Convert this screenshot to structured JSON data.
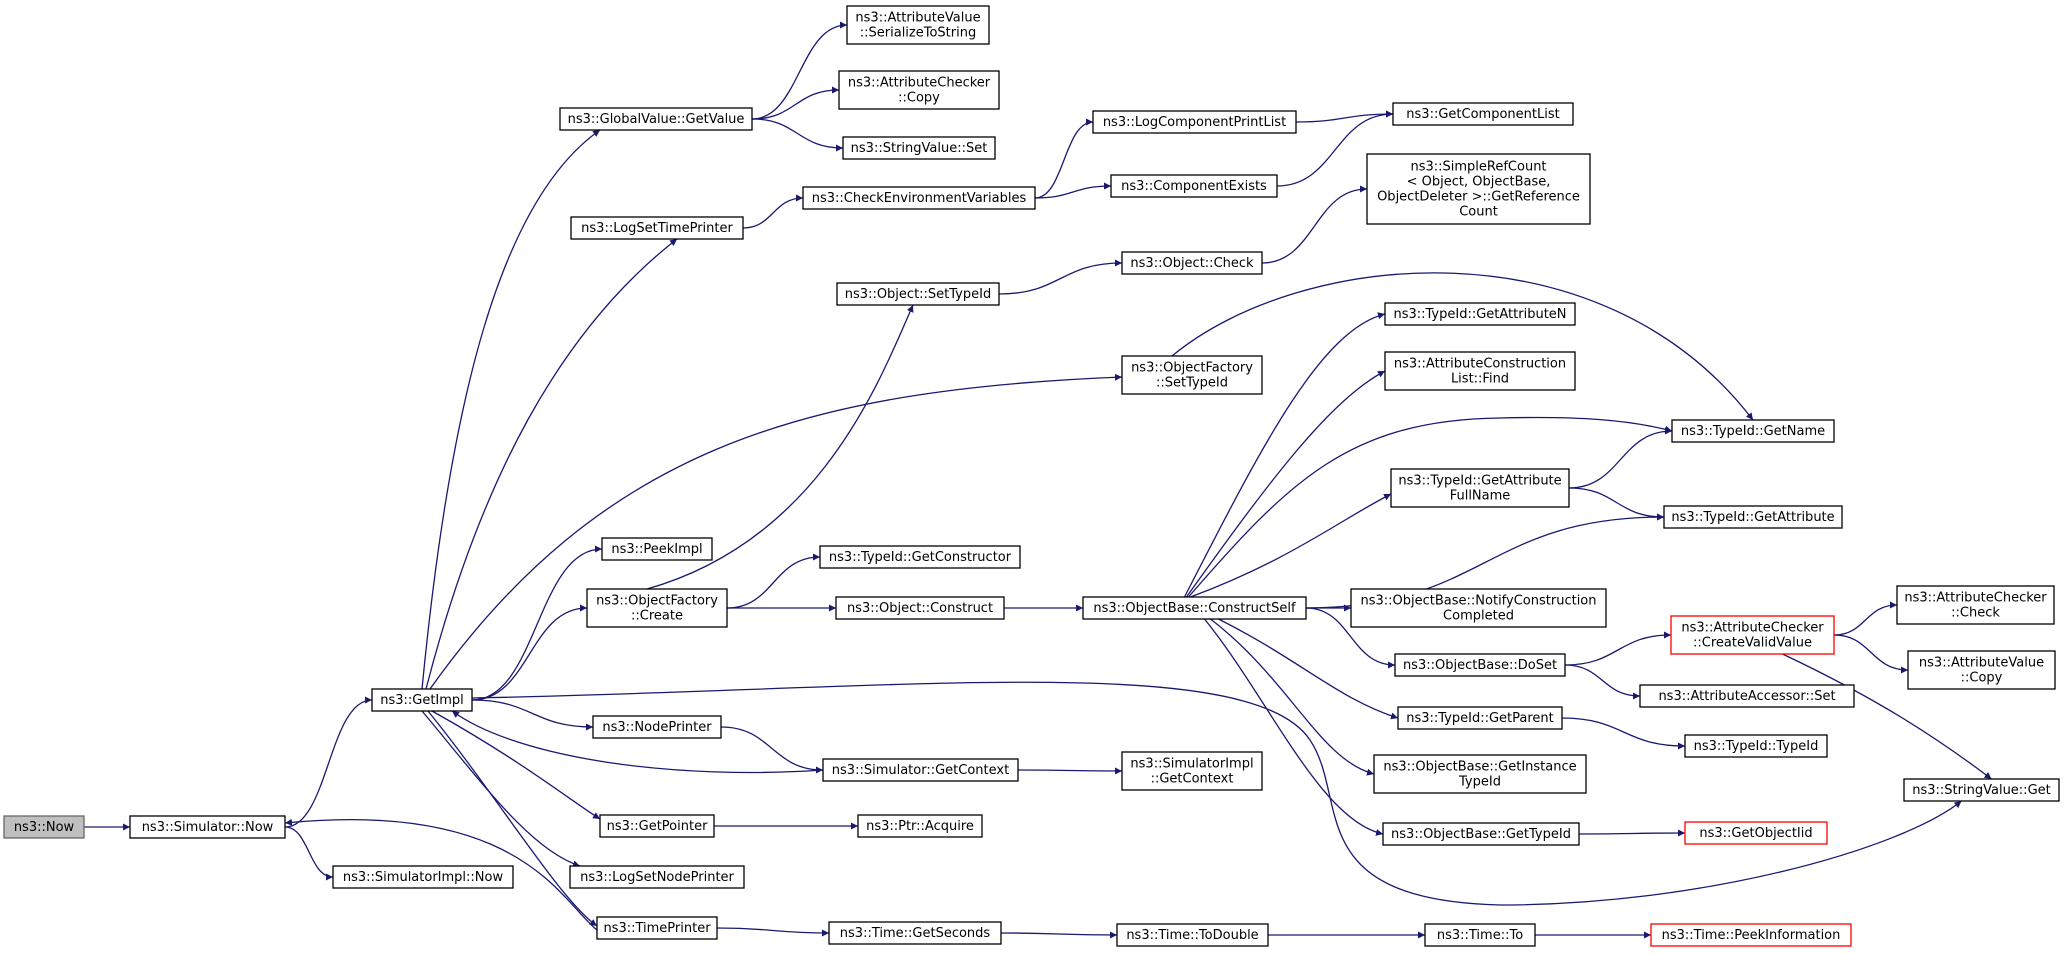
{
  "diagram": {
    "edge_color": "#191970",
    "nodes": [
      {
        "id": "now",
        "lines": [
          "ns3::Now"
        ],
        "style": "root"
      },
      {
        "id": "sim_now",
        "lines": [
          "ns3::Simulator::Now"
        ]
      },
      {
        "id": "simimpl_now",
        "lines": [
          "ns3::SimulatorImpl::Now"
        ]
      },
      {
        "id": "getimpl",
        "lines": [
          "ns3::GetImpl"
        ]
      },
      {
        "id": "gv_getvalue",
        "lines": [
          "ns3::GlobalValue::GetValue"
        ]
      },
      {
        "id": "av_serialize",
        "lines": [
          "ns3::AttributeValue",
          "::SerializeToString"
        ]
      },
      {
        "id": "ac_copy",
        "lines": [
          "ns3::AttributeChecker",
          "::Copy"
        ]
      },
      {
        "id": "sv_set",
        "lines": [
          "ns3::StringValue::Set"
        ]
      },
      {
        "id": "logsettimeprinter",
        "lines": [
          "ns3::LogSetTimePrinter"
        ]
      },
      {
        "id": "checkenv",
        "lines": [
          "ns3::CheckEnvironmentVariables"
        ]
      },
      {
        "id": "logcompprint",
        "lines": [
          "ns3::LogComponentPrintList"
        ]
      },
      {
        "id": "getcomplist",
        "lines": [
          "ns3::GetComponentList"
        ]
      },
      {
        "id": "compexists",
        "lines": [
          "ns3::ComponentExists"
        ]
      },
      {
        "id": "srcount",
        "lines": [
          "ns3::SimpleRefCount",
          "< Object, ObjectBase,",
          "ObjectDeleter >::GetReference",
          "Count"
        ]
      },
      {
        "id": "obj_check",
        "lines": [
          "ns3::Object::Check"
        ]
      },
      {
        "id": "obj_settypeid",
        "lines": [
          "ns3::Object::SetTypeId"
        ]
      },
      {
        "id": "of_settypeid",
        "lines": [
          "ns3::ObjectFactory",
          "::SetTypeId"
        ]
      },
      {
        "id": "tid_getattrn",
        "lines": [
          "ns3::TypeId::GetAttributeN"
        ]
      },
      {
        "id": "acl_find",
        "lines": [
          "ns3::AttributeConstruction",
          "List::Find"
        ]
      },
      {
        "id": "tid_getname",
        "lines": [
          "ns3::TypeId::GetName"
        ]
      },
      {
        "id": "tid_getattrfull",
        "lines": [
          "ns3::TypeId::GetAttribute",
          "FullName"
        ]
      },
      {
        "id": "tid_getattr",
        "lines": [
          "ns3::TypeId::GetAttribute"
        ]
      },
      {
        "id": "peekimpl",
        "lines": [
          "ns3::PeekImpl"
        ]
      },
      {
        "id": "tid_getctor",
        "lines": [
          "ns3::TypeId::GetConstructor"
        ]
      },
      {
        "id": "of_create",
        "lines": [
          "ns3::ObjectFactory",
          "::Create"
        ]
      },
      {
        "id": "obj_construct",
        "lines": [
          "ns3::Object::Construct"
        ]
      },
      {
        "id": "ob_constructself",
        "lines": [
          "ns3::ObjectBase::ConstructSelf"
        ]
      },
      {
        "id": "ob_notify",
        "lines": [
          "ns3::ObjectBase::NotifyConstruction",
          "Completed"
        ]
      },
      {
        "id": "ac_createvalid",
        "lines": [
          "ns3::AttributeChecker",
          "::CreateValidValue"
        ],
        "style": "red"
      },
      {
        "id": "ac_check",
        "lines": [
          "ns3::AttributeChecker",
          "::Check"
        ]
      },
      {
        "id": "ob_doset",
        "lines": [
          "ns3::ObjectBase::DoSet"
        ]
      },
      {
        "id": "av_copy",
        "lines": [
          "ns3::AttributeValue",
          "::Copy"
        ]
      },
      {
        "id": "aa_set",
        "lines": [
          "ns3::AttributeAccessor::Set"
        ]
      },
      {
        "id": "tid_getparent",
        "lines": [
          "ns3::TypeId::GetParent"
        ]
      },
      {
        "id": "tid_typeid",
        "lines": [
          "ns3::TypeId::TypeId"
        ]
      },
      {
        "id": "nodeprinter",
        "lines": [
          "ns3::NodePrinter"
        ]
      },
      {
        "id": "sim_getcontext",
        "lines": [
          "ns3::Simulator::GetContext"
        ]
      },
      {
        "id": "simimpl_getcontext",
        "lines": [
          "ns3::SimulatorImpl",
          "::GetContext"
        ]
      },
      {
        "id": "ob_getinstance",
        "lines": [
          "ns3::ObjectBase::GetInstance",
          "TypeId"
        ]
      },
      {
        "id": "sv_get",
        "lines": [
          "ns3::StringValue::Get"
        ]
      },
      {
        "id": "getpointer",
        "lines": [
          "ns3::GetPointer"
        ]
      },
      {
        "id": "ptr_acquire",
        "lines": [
          "ns3::Ptr::Acquire"
        ]
      },
      {
        "id": "ob_gettypeid",
        "lines": [
          "ns3::ObjectBase::GetTypeId"
        ]
      },
      {
        "id": "getobjectiid",
        "lines": [
          "ns3::GetObjectIid"
        ],
        "style": "red"
      },
      {
        "id": "logsetnodeprinter",
        "lines": [
          "ns3::LogSetNodePrinter"
        ]
      },
      {
        "id": "timeprinter",
        "lines": [
          "ns3::TimePrinter"
        ]
      },
      {
        "id": "time_getseconds",
        "lines": [
          "ns3::Time::GetSeconds"
        ]
      },
      {
        "id": "time_todouble",
        "lines": [
          "ns3::Time::ToDouble"
        ]
      },
      {
        "id": "time_to",
        "lines": [
          "ns3::Time::To"
        ]
      },
      {
        "id": "time_peekinfo",
        "lines": [
          "ns3::Time::PeekInformation"
        ],
        "style": "red"
      }
    ],
    "edges": [
      [
        "now",
        "sim_now"
      ],
      [
        "sim_now",
        "getimpl"
      ],
      [
        "sim_now",
        "simimpl_now"
      ],
      [
        "getimpl",
        "gv_getvalue"
      ],
      [
        "gv_getvalue",
        "av_serialize"
      ],
      [
        "gv_getvalue",
        "ac_copy"
      ],
      [
        "gv_getvalue",
        "sv_set"
      ],
      [
        "getimpl",
        "logsettimeprinter"
      ],
      [
        "logsettimeprinter",
        "checkenv"
      ],
      [
        "checkenv",
        "logcompprint"
      ],
      [
        "checkenv",
        "compexists"
      ],
      [
        "logcompprint",
        "getcomplist"
      ],
      [
        "compexists",
        "getcomplist"
      ],
      [
        "getimpl",
        "of_settypeid"
      ],
      [
        "of_settypeid",
        "tid_getname"
      ],
      [
        "getimpl",
        "peekimpl"
      ],
      [
        "getimpl",
        "of_create"
      ],
      [
        "of_create",
        "obj_settypeid"
      ],
      [
        "of_create",
        "tid_getctor"
      ],
      [
        "of_create",
        "obj_construct"
      ],
      [
        "obj_settypeid",
        "obj_check"
      ],
      [
        "obj_check",
        "srcount"
      ],
      [
        "obj_construct",
        "ob_constructself"
      ],
      [
        "ob_constructself",
        "tid_getattrn"
      ],
      [
        "ob_constructself",
        "acl_find"
      ],
      [
        "ob_constructself",
        "tid_getname"
      ],
      [
        "ob_constructself",
        "tid_getattrfull"
      ],
      [
        "ob_constructself",
        "tid_getattr"
      ],
      [
        "ob_constructself",
        "ob_notify"
      ],
      [
        "ob_constructself",
        "ob_doset"
      ],
      [
        "ob_constructself",
        "tid_getparent"
      ],
      [
        "ob_constructself",
        "ob_getinstance"
      ],
      [
        "ob_constructself",
        "ob_gettypeid"
      ],
      [
        "tid_getattrfull",
        "tid_getname"
      ],
      [
        "tid_getattrfull",
        "tid_getattr"
      ],
      [
        "ob_doset",
        "ac_createvalid"
      ],
      [
        "ob_doset",
        "aa_set"
      ],
      [
        "ac_createvalid",
        "ac_check"
      ],
      [
        "ac_createvalid",
        "av_copy"
      ],
      [
        "ac_createvalid",
        "sv_get"
      ],
      [
        "tid_getparent",
        "tid_typeid"
      ],
      [
        "getimpl",
        "nodeprinter"
      ],
      [
        "nodeprinter",
        "sim_getcontext"
      ],
      [
        "sim_getcontext",
        "getimpl"
      ],
      [
        "sim_getcontext",
        "simimpl_getcontext"
      ],
      [
        "getimpl",
        "sv_get"
      ],
      [
        "getimpl",
        "getpointer"
      ],
      [
        "getpointer",
        "ptr_acquire"
      ],
      [
        "getimpl",
        "logsetnodeprinter"
      ],
      [
        "getimpl",
        "timeprinter"
      ],
      [
        "timeprinter",
        "sim_now"
      ],
      [
        "timeprinter",
        "time_getseconds"
      ],
      [
        "time_getseconds",
        "time_todouble"
      ],
      [
        "time_todouble",
        "time_to"
      ],
      [
        "time_to",
        "time_peekinfo"
      ],
      [
        "ob_gettypeid",
        "getobjectiid"
      ]
    ]
  }
}
